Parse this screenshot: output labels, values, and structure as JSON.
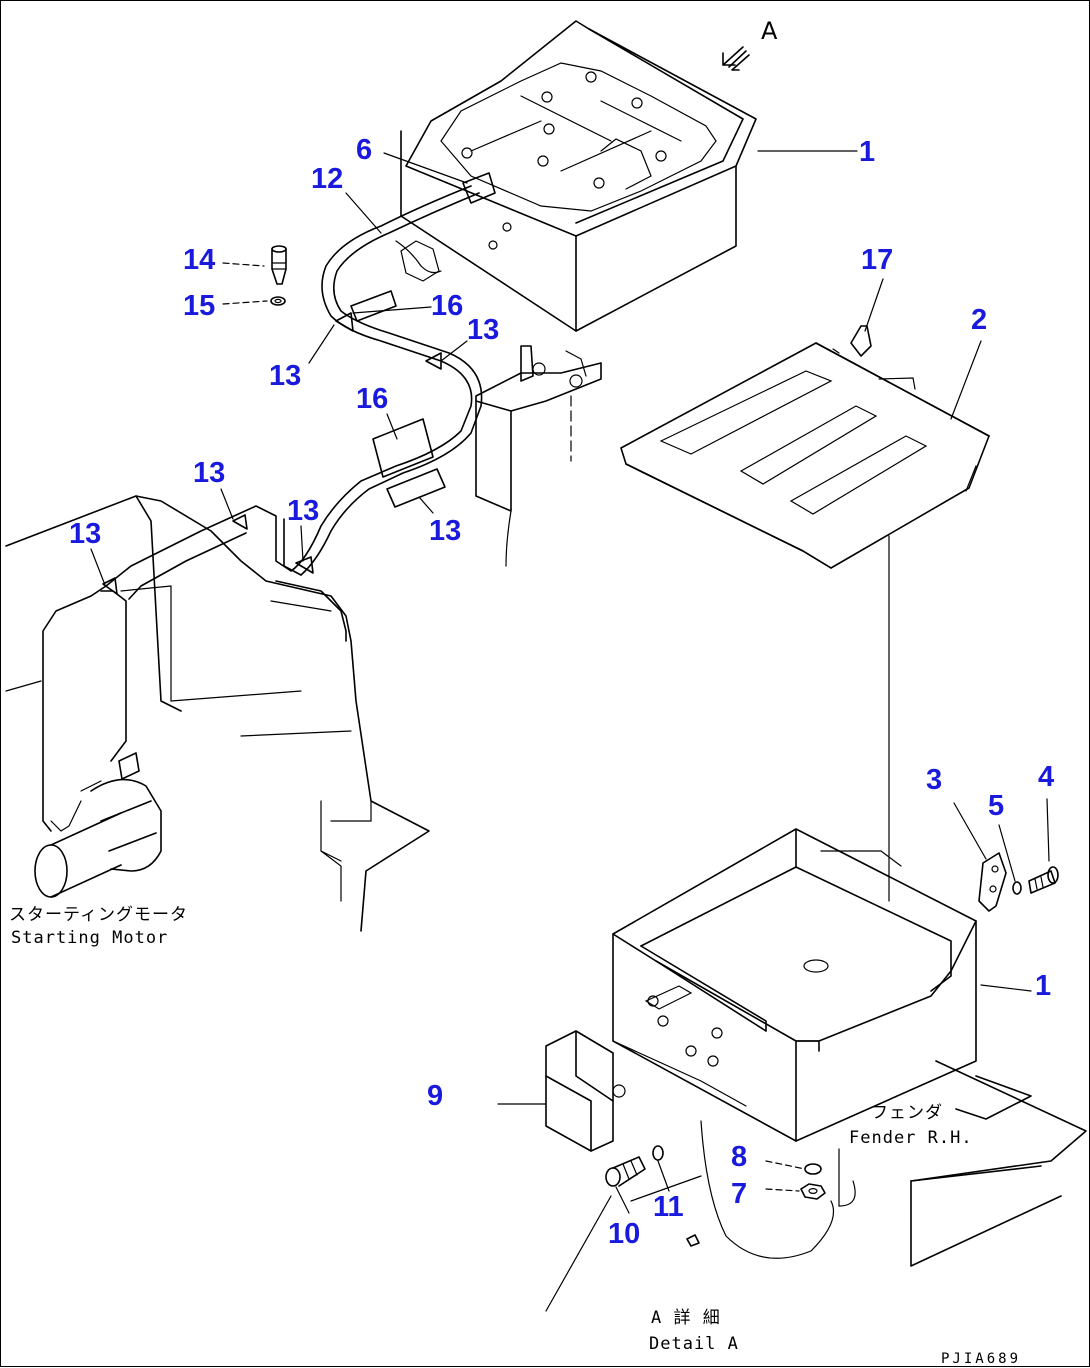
{
  "diagram": {
    "drawing_code": "PJIA689",
    "view_marker": "A",
    "captions": {
      "starting_motor_jp": "スターティングモータ",
      "starting_motor_en": "Starting Motor",
      "fender_jp": "フェンダ",
      "fender_en": "Fender R.H.",
      "detail_jp": "A 詳 細",
      "detail_en": "Detail A"
    },
    "callouts": {
      "c1_top": "1",
      "c1_bottom": "1",
      "c2": "2",
      "c3": "3",
      "c4": "4",
      "c5": "5",
      "c6": "6",
      "c7": "7",
      "c8": "8",
      "c9": "9",
      "c10": "10",
      "c11": "11",
      "c12": "12",
      "c13_a": "13",
      "c13_b": "13",
      "c13_c": "13",
      "c13_d": "13",
      "c13_e": "13",
      "c13_f": "13",
      "c14": "14",
      "c15": "15",
      "c16_a": "16",
      "c16_b": "16",
      "c17": "17"
    },
    "callout_color": "#1a1adc"
  }
}
